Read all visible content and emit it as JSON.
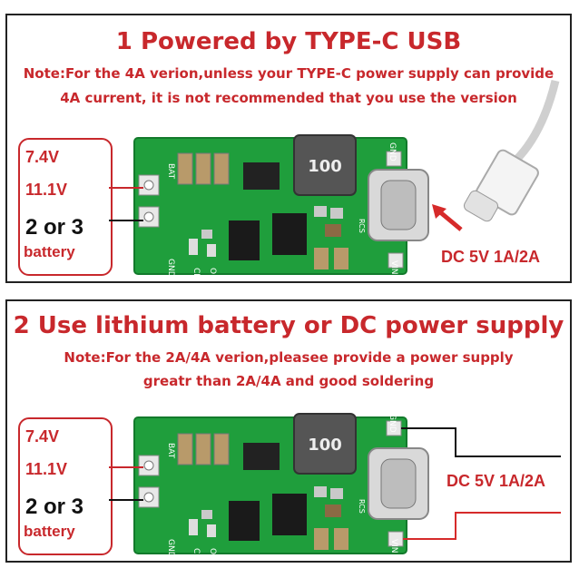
{
  "panel1": {
    "title": "1 Powered by TYPE-C USB",
    "note_line1": "Note:For the 4A verion,unless your TYPE-C power supply can provide",
    "note_line2": "4A current, it is not recommended that you use the version",
    "dc_label": "DC 5V 1A/2A"
  },
  "panel2": {
    "title": "2 Use lithium battery or DC power supply",
    "note_line1": "Note:For the 2A/4A verion,pleasee provide a power supply",
    "note_line2": "greatr than 2A/4A and good soldering",
    "dc_label": "DC 5V 1A/2A"
  },
  "battery": {
    "v1": "7.4V",
    "v2": "11.1V",
    "count": "2 or 3",
    "word": "battery"
  },
  "board": {
    "inductor": "100",
    "pin_bat": "BAT",
    "pin_gnd": "GND",
    "pin_vin": "VIN",
    "pin_gnd_right": "GND",
    "led_ok": "OK",
    "led_cr": "CR",
    "res_label": "RCS"
  },
  "colors": {
    "accent": "#c8282c",
    "pcb": "#1f9e3c",
    "text_dark": "#111111"
  }
}
